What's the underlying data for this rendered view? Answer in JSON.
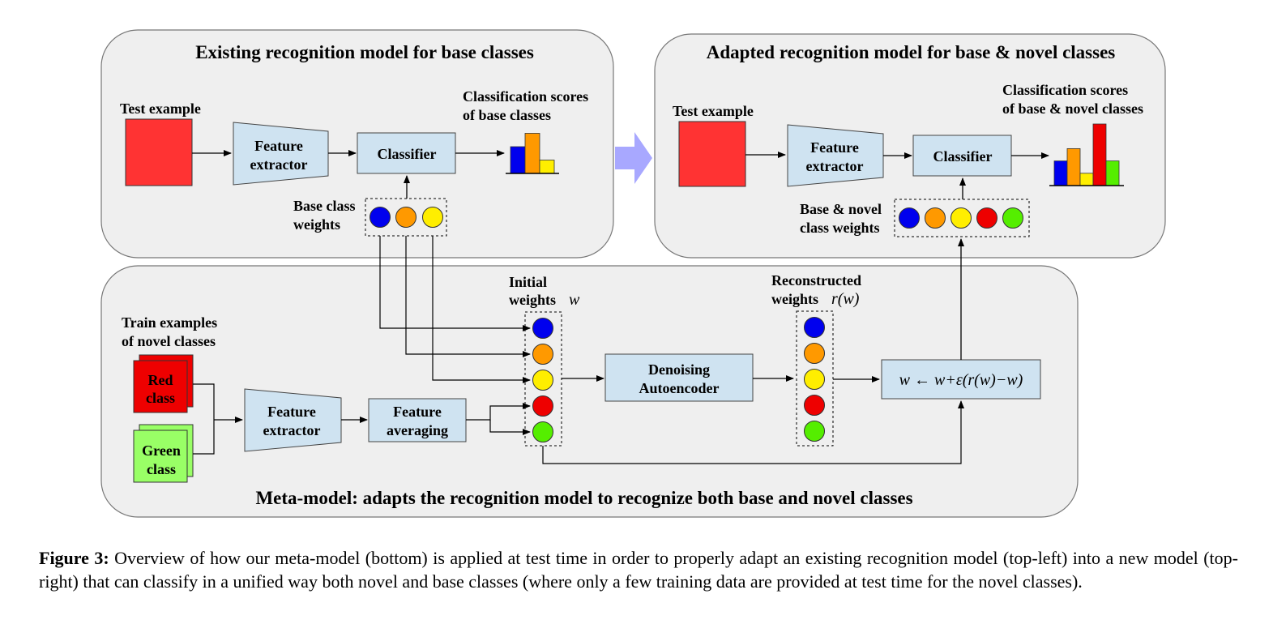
{
  "panels": {
    "existing": {
      "title": "Existing recognition model for base classes"
    },
    "adapted": {
      "title": "Adapted recognition model for base & novel classes"
    },
    "meta": {
      "title": "Meta-model: adapts the recognition model to recognize both base and novel classes"
    }
  },
  "existing": {
    "test_example_label": "Test example",
    "feature_extractor": [
      "Feature",
      "extractor"
    ],
    "classifier": "Classifier",
    "scores_label": [
      "Classification scores",
      "of base classes"
    ],
    "weights_label": [
      "Base class",
      "weights"
    ],
    "bar_values": [
      0.5,
      0.75,
      0.25
    ]
  },
  "adapted": {
    "test_example_label": "Test example",
    "feature_extractor": [
      "Feature",
      "extractor"
    ],
    "classifier": "Classifier",
    "scores_label": [
      "Classification scores",
      "of base & novel classes"
    ],
    "weights_label": [
      "Base & novel",
      "class weights"
    ],
    "bar_values": [
      0.4,
      0.6,
      0.2,
      1.0,
      0.4
    ]
  },
  "meta": {
    "train_label": [
      "Train examples",
      "of novel classes"
    ],
    "red_class": [
      "Red",
      "class"
    ],
    "green_class": [
      "Green",
      "class"
    ],
    "feature_extractor": [
      "Feature",
      "extractor"
    ],
    "feature_averaging": [
      "Feature",
      "averaging"
    ],
    "initial_weights_label": [
      "Initial",
      "weights"
    ],
    "initial_weights_symbol": "w",
    "denoising": [
      "Denoising",
      "Autoencoder"
    ],
    "reconstructed_label": [
      "Reconstructed",
      "weights"
    ],
    "reconstructed_symbol": "r(w)",
    "update_formula": "w ← w+ε(r(w)−w)"
  },
  "colors": {
    "panel_fill": "#efefef",
    "box_fill": "#cfe3f1",
    "red": "#ff3333",
    "bright_red": "#ee0000",
    "green": "#99ff66",
    "blue": "#0000ee",
    "orange": "#ff9900",
    "yellow": "#ffee00",
    "crimson": "#ee0000",
    "lime": "#55ee00",
    "big_arrow": "#9999ff"
  },
  "caption": {
    "label": "Figure 3:",
    "text": " Overview of how our meta-model (bottom) is applied at test time in order to properly adapt an existing recognition model (top-left) into a new model (top-right) that can classify in a unified way both novel and base classes (where only a few training data are provided at test time for the novel classes)."
  }
}
